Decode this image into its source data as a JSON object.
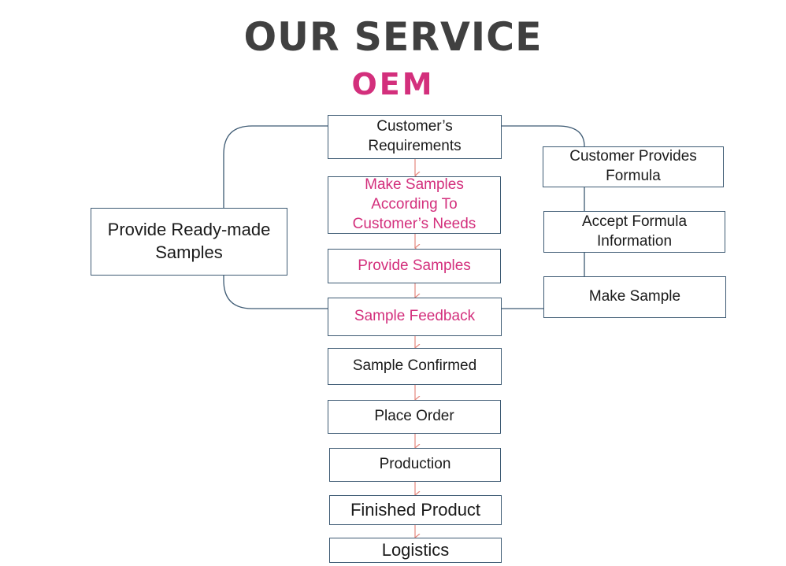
{
  "header": {
    "title": "OUR SERVICE",
    "subtitle": "OEM"
  },
  "colors": {
    "title": "#404040",
    "accent": "#d32f7c",
    "box_border": "#3d5a73",
    "arrow": "#e4877d"
  },
  "flow": {
    "customer_requirements": "Customer’s Requirements",
    "make_samples": "Make Samples According To Customer’s Needs",
    "provide_samples": "Provide Samples",
    "sample_feedback": "Sample Feedback",
    "sample_confirmed": "Sample Confirmed",
    "place_order": "Place Order",
    "production": "Production",
    "finished_product": "Finished Product",
    "logistics": "Logistics"
  },
  "left_branch": {
    "ready_made": "Provide Ready-made Samples"
  },
  "right_branch": {
    "customer_formula": "Customer Provides Formula",
    "accept_formula": "Accept Formula Information",
    "make_sample": "Make Sample"
  }
}
